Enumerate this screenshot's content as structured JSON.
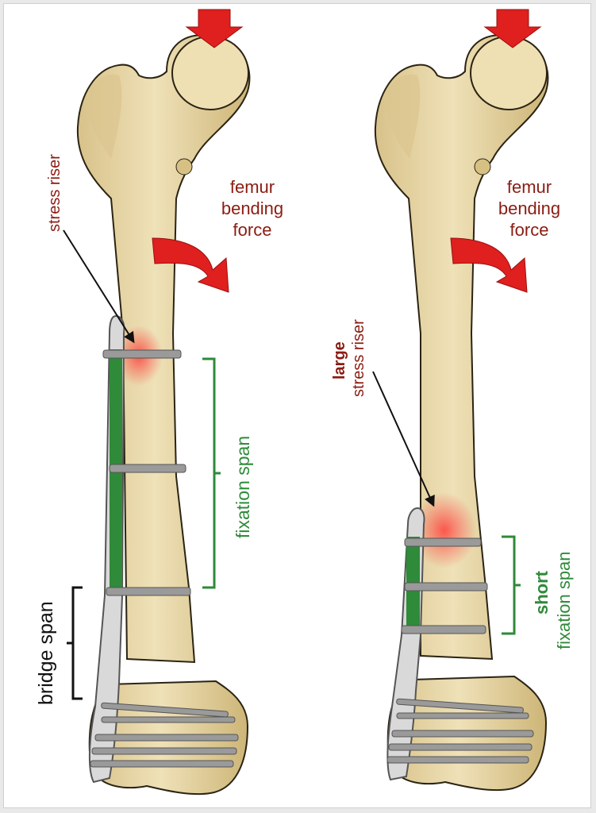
{
  "colors": {
    "bone": "#ead9a9",
    "bone_shade": "#cdb577",
    "bone_outline": "#2b2414",
    "plate": "#d9d9d9",
    "plate_outline": "#555555",
    "screw": "#9a9a9a",
    "green": "#2f8a3a",
    "red_arrow": "#e01f1f",
    "maroon_text": "#8b1c12",
    "green_text": "#2f8a3a",
    "black_text": "#111111"
  },
  "left_panel": {
    "stress_riser": "stress riser",
    "force_line1": "femur",
    "force_line2": "bending",
    "force_line3": "force",
    "fixation_span": "fixation span",
    "bridge_span": "bridge span"
  },
  "right_panel": {
    "large": "large",
    "stress_riser": "stress riser",
    "force_line1": "femur",
    "force_line2": "bending",
    "force_line3": "force",
    "short": "short",
    "fixation_span": "fixation span"
  }
}
